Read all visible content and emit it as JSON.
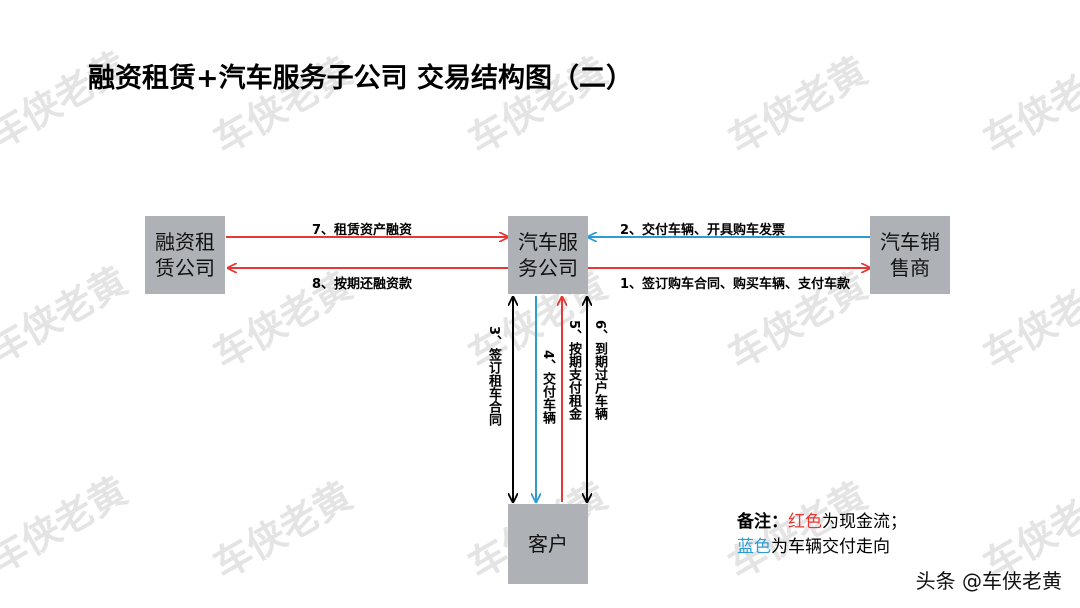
{
  "title": "融资租赁+汽车服务子公司  交易结构图（二）",
  "watermark": "车侠老黄",
  "nodes": {
    "leasing": "融资租赁公司",
    "service": "汽车服务公司",
    "dealer": "汽车销售商",
    "customer": "客户"
  },
  "edges": {
    "e7": "7、租赁资产融资",
    "e8": "8、按期还融资款",
    "e2": "2、交付车辆、开具购车发票",
    "e1": "1、签订购车合同、购买车辆、支付车款",
    "e3": "3、签订租车合同",
    "e4": "4、交付车辆",
    "e5": "5、按期支付租金",
    "e6": "6、到期过户车辆"
  },
  "note": {
    "prefix": "备注：",
    "red_word": "红色",
    "red_rest": "为现金流；",
    "blue_word": "蓝色",
    "blue_rest": "为车辆交付走向"
  },
  "footer": "头条 @车侠老黄",
  "colors": {
    "red": "#e53935",
    "blue": "#2f9bd3",
    "black": "#000000",
    "box": "#aeb1b5"
  }
}
